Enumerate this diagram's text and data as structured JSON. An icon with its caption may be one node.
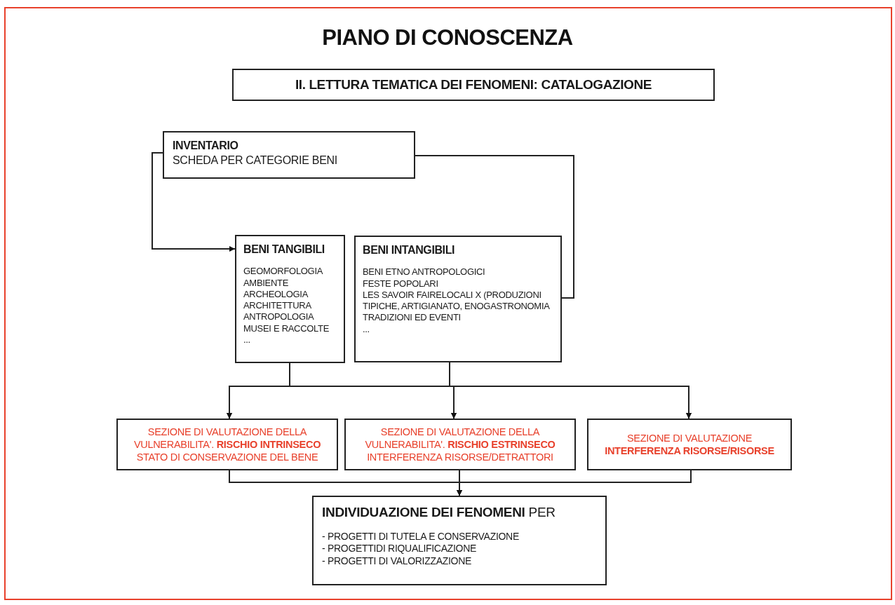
{
  "diagram": {
    "title": "PIANO DI CONOSCENZA",
    "nodes": [
      {
        "text": [
          "II. LETTURA TEMATICA DEI FENOMENI: CATALOGAZIONE"
        ]
      },
      {
        "text": [
          "INVENTARIO",
          "SCHEDA PER CATEGORIE BENI"
        ]
      },
      {
        "text": [
          "BENI TANGIBILI",
          "GEOMORFOLOGIA",
          "AMBIENTE",
          "ARCHEOLOGIA",
          "ARCHITETTURA",
          "ANTROPOLOGIA",
          "MUSEI E RACCOLTE",
          "..."
        ]
      },
      {
        "text": [
          "BENI INTANGIBILI",
          "BENI ETNO ANTROPOLOGICI",
          "FESTE POPOLARI",
          "LES SAVOIR FAIRELOCALI X (PRODUZIONI TIPICHE, ARTIGIANATO, ENOGASTRONOMIA",
          "TRADIZIONI ED EVENTI",
          "..."
        ]
      },
      {
        "text": [
          "SEZIONE DI VALUTAZIONE DELLA VULNERABILITA'. **RISCHIO INTRINSECO** STATO DI CONSERVAZIONE DEL BENE"
        ]
      },
      {
        "text": [
          "SEZIONE DI VALUTAZIONE DELLA VULNERABILITA'. **RISCHIO ESTRINSECO** INTERFERENZA RISORSE/DETRATTORI"
        ]
      },
      {
        "text": [
          "SEZIONE DI VALUTAZIONE **INTERFERENZA RISORSE/RISORSE**"
        ]
      },
      {
        "text": [
          "**INDIVIDUAZIONE DEI FENOMENI** PER",
          "- PROGETTI DI TUTELA E CONSERVAZIONE",
          "- PROGETTIDI RIQUALIFICAZIONE",
          "- PROGETTI DI VALORIZZAZIONE"
        ]
      }
    ],
    "edges": [
      {
        "from": 1,
        "to": 2,
        "arrow": "to"
      },
      {
        "from": 1,
        "to": 3,
        "arrow": "none"
      },
      {
        "from": 2,
        "to": 4,
        "arrow": "to"
      },
      {
        "from": 2,
        "to": 5,
        "arrow": "to"
      },
      {
        "from": 2,
        "to": 6,
        "arrow": "to"
      },
      {
        "from": 3,
        "to": 4,
        "arrow": "to"
      },
      {
        "from": 3,
        "to": 5,
        "arrow": "to"
      },
      {
        "from": 3,
        "to": 6,
        "arrow": "to"
      },
      {
        "from": 4,
        "to": 7,
        "arrow": "to"
      },
      {
        "from": 5,
        "to": 7,
        "arrow": "to"
      },
      {
        "from": 6,
        "to": 7,
        "arrow": "to"
      }
    ]
  }
}
